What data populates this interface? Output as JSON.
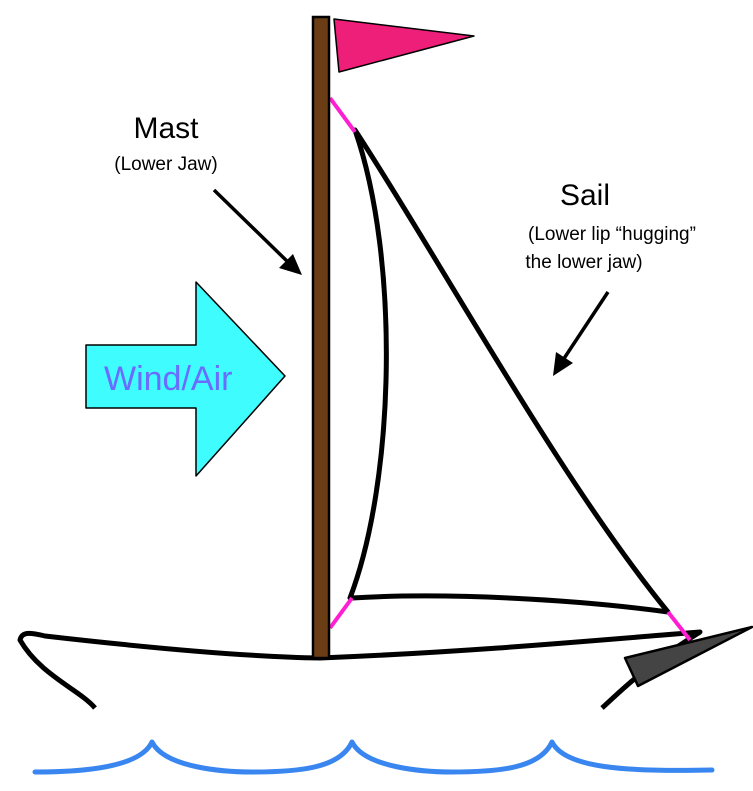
{
  "labels": {
    "mast_title": "Mast",
    "mast_subtitle": "(Lower Jaw)",
    "sail_title": "Sail",
    "sail_subtitle_line1": "(Lower lip “hugging”",
    "sail_subtitle_line2": "the lower jaw)",
    "wind_label": "Wind/Air"
  },
  "colors": {
    "mast": "#6b3d14",
    "flag": "#ee1f78",
    "sail_attach": "#ff1ed2",
    "wind_arrow": "#3ffcff",
    "wind_text": "#6b6bff",
    "hull_tip": "#444444",
    "water": "#3a86f0",
    "outline": "#000000"
  }
}
